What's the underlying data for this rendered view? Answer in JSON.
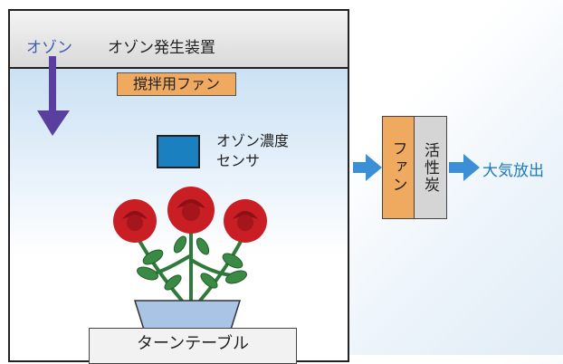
{
  "generator": {
    "ozone_label": "オゾン",
    "label": "オゾン発生装置"
  },
  "stirring_fan": {
    "label": "撹拌用ファン"
  },
  "sensor": {
    "label_line1": "オゾン濃度",
    "label_line2": "センサ"
  },
  "turntable": {
    "label": "ターンテーブル"
  },
  "exhaust": {
    "fan_label": "ファン",
    "carbon_label": "活性炭",
    "release_label": "大気放出"
  },
  "colors": {
    "ozone_arrow": "#5b3f9e",
    "flow_arrow": "#3a8fd6",
    "fan": "#efaa5f",
    "sensor": "#1a80c0"
  }
}
